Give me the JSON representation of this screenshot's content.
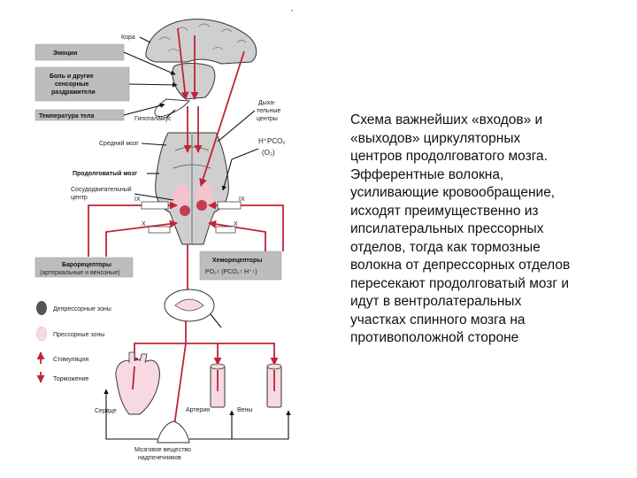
{
  "labels": {
    "cortex": "Кора",
    "emotions": "Эмоции",
    "pain_l1": "Боль и другие",
    "pain_l2": "сенсорные",
    "pain_l3": "раздражители",
    "body_temp": "Температура тела",
    "hypothalamus": "Гипоталамус",
    "resp_l1": "Дыха-",
    "resp_l2": "тельные",
    "resp_l3": "центры",
    "midbrain": "Средний мозг",
    "h_pco2": "H⁺PCO₂",
    "o2": "(O₂)",
    "medulla": "Продолговатый мозг",
    "vaso_l1": "Сосудодвигательный",
    "vaso_l2": "центр",
    "ix_left": "IX",
    "ix_right": "IX",
    "x_left": "X",
    "x_right": "X",
    "baro_l1": "Барорецепторы",
    "baro_l2": "(артериальные и венозные)",
    "chemo_l1": "Хеморецепторы",
    "chemo_l2": "PO₂↑ (PCO₂↑ H⁺↑)",
    "heart": "Сердце",
    "artery": "Артерия",
    "veins": "Вены",
    "adrenal_l1": "Мозговое вещество",
    "adrenal_l2": "надпочечников"
  },
  "legend": {
    "depressor": "Депрессорные зоны",
    "pressor": "Прессорные зоны",
    "stimulation": "Стимуляция",
    "inhibition": "Торможение"
  },
  "caption": "Схема важнейших «входов» и «выходов» циркуляторных центров продолговатого мозга. Эфферентные волокна, усиливающие кровообращение, исходят преимущественно из ипсилатеральных прессорных отделов, тогда как тормозные волокна от депрессорных отделов пересекают продолговатый мозг и идут в вентролатеральных участках спинного мозга на противоположной стороне"
}
